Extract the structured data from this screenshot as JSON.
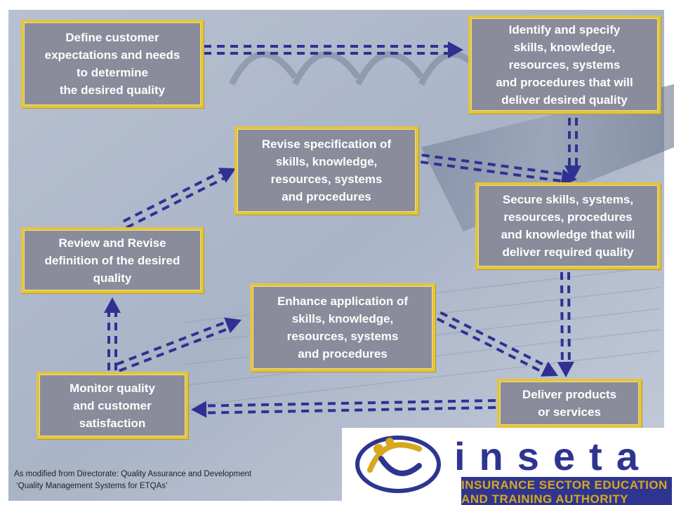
{
  "diagram": {
    "boxes": [
      {
        "id": "define",
        "text": "Define customer\nexpectations and needs\nto determine\nthe desired quality"
      },
      {
        "id": "identify",
        "text": "Identify and specify\nskills, knowledge,\nresources, systems\nand procedures that will\ndeliver desired quality"
      },
      {
        "id": "revise-spec",
        "text": "Revise specification of\nskills, knowledge,\nresources, systems\nand procedures"
      },
      {
        "id": "secure",
        "text": "Secure skills, systems,\nresources, procedures\nand knowledge that will\ndeliver required quality"
      },
      {
        "id": "review",
        "text": "Review and Revise\ndefinition of the desired\nquality"
      },
      {
        "id": "enhance",
        "text": "Enhance application of\nskills, knowledge,\nresources, systems\nand procedures"
      },
      {
        "id": "monitor",
        "text": "Monitor quality\nand customer\nsatisfaction"
      },
      {
        "id": "deliver",
        "text": "Deliver products\nor services"
      }
    ],
    "connections": [
      {
        "from": "define",
        "to": "identify"
      },
      {
        "from": "identify",
        "to": "secure"
      },
      {
        "from": "revise-spec",
        "to": "secure"
      },
      {
        "from": "secure",
        "to": "deliver"
      },
      {
        "from": "enhance",
        "to": "deliver"
      },
      {
        "from": "deliver",
        "to": "monitor"
      },
      {
        "from": "monitor",
        "to": "review"
      },
      {
        "from": "monitor",
        "to": "enhance"
      },
      {
        "from": "review",
        "to": "revise-spec"
      }
    ],
    "colors": {
      "box_fill": "#8a8c9b",
      "box_border": "#e3c53d",
      "arrow": "#2e3192"
    }
  },
  "footnote": {
    "line1": "As modified from Directorate: Quality Assurance and Development",
    "line2": " ‘Quality Management Systems for ETQAs’"
  },
  "logo": {
    "wordmark": "inseta",
    "tagline_line1": "INSURANCE SECTOR EDUCATION",
    "tagline_line2": "AND TRAINING AUTHORITY",
    "colors": {
      "blue": "#2e3590",
      "gold": "#d7a81c"
    }
  }
}
